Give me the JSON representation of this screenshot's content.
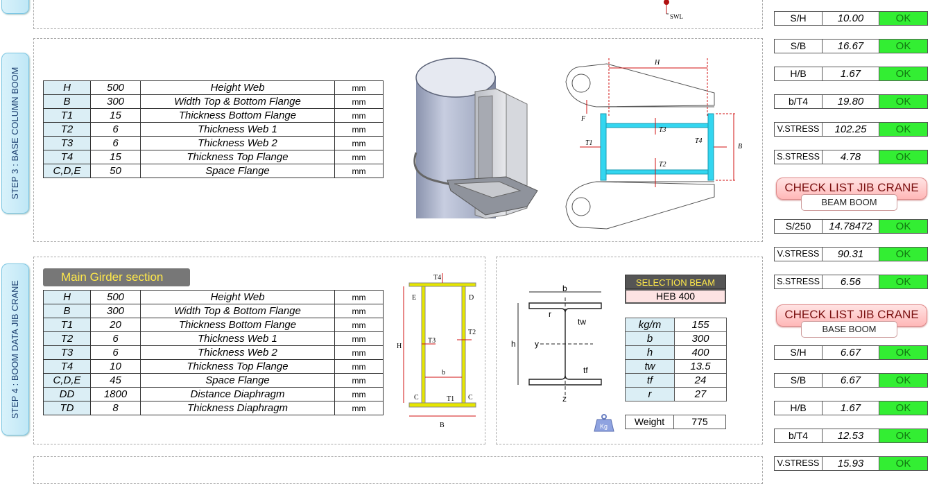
{
  "top_label": "SWL",
  "step3": {
    "tab": "STEP 3 : BASE COLUMN BOOM",
    "rows": [
      {
        "sym": "H",
        "val": "500",
        "desc": "Height Web",
        "unit": "mm"
      },
      {
        "sym": "B",
        "val": "300",
        "desc": "Width Top & Bottom  Flange",
        "unit": "mm"
      },
      {
        "sym": "T1",
        "val": "15",
        "desc": "Thickness Bottom Flange",
        "unit": "mm"
      },
      {
        "sym": "T2",
        "val": "6",
        "desc": "Thickness Web 1",
        "unit": "mm"
      },
      {
        "sym": "T3",
        "val": "6",
        "desc": "Thickness Web 2",
        "unit": "mm"
      },
      {
        "sym": "T4",
        "val": "15",
        "desc": "Thickness Top Flange",
        "unit": "mm"
      },
      {
        "sym": "C,D,E",
        "val": "50",
        "desc": "Space Flange",
        "unit": "mm"
      }
    ],
    "drawing_labels": {
      "H": "H",
      "B": "B",
      "F": "F",
      "T1": "T1",
      "T2": "T2",
      "T3": "T3",
      "T4": "T4"
    }
  },
  "step4": {
    "tab": "STEP 4 : BOOM DATA JIB CRANE",
    "section_title": "Main Girder section",
    "rows": [
      {
        "sym": "H",
        "val": "500",
        "desc": "Height Web",
        "unit": "mm"
      },
      {
        "sym": "B",
        "val": "300",
        "desc": "Width Top & Bottom  Flange",
        "unit": "mm"
      },
      {
        "sym": "T1",
        "val": "20",
        "desc": "Thickness Bottom Flange",
        "unit": "mm"
      },
      {
        "sym": "T2",
        "val": "6",
        "desc": "Thickness Web 1",
        "unit": "mm"
      },
      {
        "sym": "T3",
        "val": "6",
        "desc": "Thickness Web 2",
        "unit": "mm"
      },
      {
        "sym": "T4",
        "val": "10",
        "desc": "Thickness Top Flange",
        "unit": "mm"
      },
      {
        "sym": "C,D,E",
        "val": "45",
        "desc": "Space Flange",
        "unit": "mm"
      },
      {
        "sym": "DD",
        "val": "1800",
        "desc": "Distance Diaphragm",
        "unit": "mm"
      },
      {
        "sym": "TD",
        "val": "8",
        "desc": "Thickness Diaphragm",
        "unit": "mm"
      }
    ],
    "girder_labels": {
      "T4": "T4",
      "E": "E",
      "D": "D",
      "H": "H",
      "T3": "T3",
      "T2": "T2",
      "b": "b",
      "C": "C",
      "T1": "T1",
      "B": "B"
    },
    "beam_labels": {
      "b": "b",
      "r": "r",
      "tw": "tw",
      "h": "h",
      "y": "y",
      "tf": "tf",
      "z": "z"
    },
    "selection_title": "SELECTION BEAM",
    "selection_value": "HEB 400",
    "props": [
      {
        "k": "kg/m",
        "v": "155"
      },
      {
        "k": "b",
        "v": "300"
      },
      {
        "k": "h",
        "v": "400"
      },
      {
        "k": "tw",
        "v": "13.5"
      },
      {
        "k": "tf",
        "v": "24"
      },
      {
        "k": "r",
        "v": "27"
      }
    ],
    "weight_label": "Weight",
    "weight_value": "775",
    "kg_icon_text": "Kg"
  },
  "checks_top": [
    {
      "k": "S/H",
      "v": "10.00",
      "s": "OK"
    },
    {
      "k": "S/B",
      "v": "16.67",
      "s": "OK"
    },
    {
      "k": "H/B",
      "v": "1.67",
      "s": "OK"
    },
    {
      "k": "b/T4",
      "v": "19.80",
      "s": "OK"
    },
    {
      "k": "V.STRESS",
      "v": "102.25",
      "s": "OK"
    },
    {
      "k": "S.STRESS",
      "v": "4.78",
      "s": "OK"
    }
  ],
  "check_beam": {
    "title": "CHECK LIST JIB CRANE",
    "sub": "BEAM BOOM",
    "rows": [
      {
        "k": "S/250",
        "v": "14.78472",
        "s": "OK"
      },
      {
        "k": "V.STRESS",
        "v": "90.31",
        "s": "OK"
      },
      {
        "k": "S.STRESS",
        "v": "6.56",
        "s": "OK"
      }
    ]
  },
  "check_base": {
    "title": "CHECK LIST JIB CRANE",
    "sub": "BASE BOOM",
    "rows": [
      {
        "k": "S/H",
        "v": "6.67",
        "s": "OK"
      },
      {
        "k": "S/B",
        "v": "6.67",
        "s": "OK"
      },
      {
        "k": "H/B",
        "v": "1.67",
        "s": "OK"
      },
      {
        "k": "b/T4",
        "v": "12.53",
        "s": "OK"
      },
      {
        "k": "V.STRESS",
        "v": "15.93",
        "s": "OK"
      }
    ]
  },
  "colors": {
    "ok_green": "#33ee33",
    "cyan_flange": "#33d6f0",
    "yellow_girder": "#e6e600",
    "dim_red": "#d01010"
  }
}
